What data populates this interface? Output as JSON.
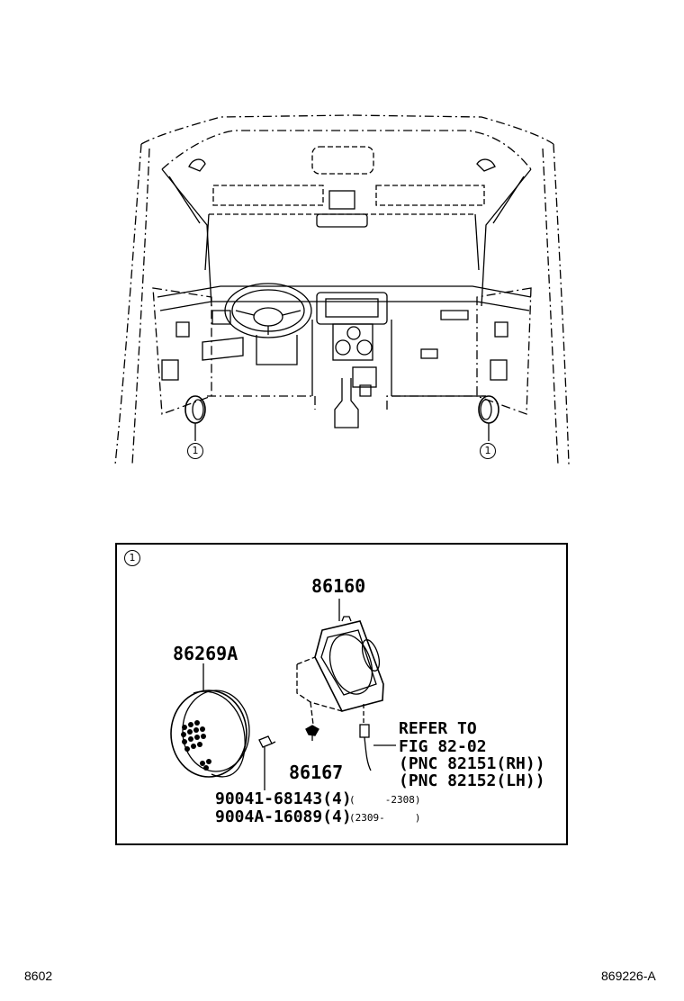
{
  "overview": {
    "callouts": [
      "1",
      "1"
    ]
  },
  "detail": {
    "callout": "1",
    "parts": {
      "speaker": "86160",
      "grille": "86269A",
      "clip": "86167"
    },
    "screws": [
      {
        "number": "90041-68143(4)",
        "range": "(     -2308)"
      },
      {
        "number": "9004A-16089(4)",
        "range": "(2309-     )"
      }
    ],
    "refer": [
      "REFER TO",
      "FIG 82-02",
      "(PNC 82151(RH))",
      "(PNC 82152(LH))"
    ]
  },
  "footer": {
    "left": "8602",
    "right": "869226-A"
  }
}
